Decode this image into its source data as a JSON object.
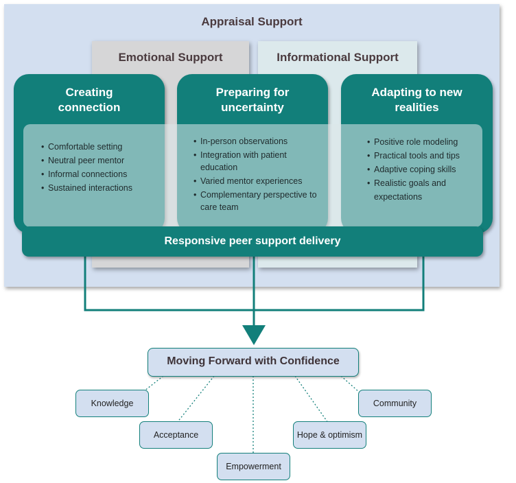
{
  "appraisal": {
    "title": "Appraisal Support"
  },
  "columns": {
    "emotional": {
      "label": "Emotional Support"
    },
    "informational": {
      "label": "Informational Support"
    }
  },
  "cards": [
    {
      "title_lines": [
        "Creating",
        "connection"
      ],
      "bullets": [
        "Comfortable setting",
        "Neutral peer mentor",
        "Informal connections",
        "Sustained interactions"
      ]
    },
    {
      "title_lines": [
        "Preparing for",
        "uncertainty"
      ],
      "bullets": [
        "In-person observations",
        "Integration with patient education",
        "Varied mentor experiences",
        "Complementary perspective to care team"
      ]
    },
    {
      "title_lines": [
        "Adapting to new",
        "realities"
      ],
      "bullets": [
        "Positive role modeling",
        "Practical tools and tips",
        "Adaptive coping skills",
        "Realistic goals and expectations"
      ]
    }
  ],
  "delivery": {
    "label": "Responsive peer support delivery"
  },
  "outcome": {
    "title": "Moving Forward with Confidence",
    "nodes": [
      "Knowledge",
      "Acceptance",
      "Empowerment",
      "Hope & optimism",
      "Community"
    ]
  },
  "colors": {
    "teal": "#127f7a",
    "appraisal_bg": "#d3dff0",
    "emotional_bg": "#d6d6d7",
    "informational_bg": "#dce9ec"
  }
}
